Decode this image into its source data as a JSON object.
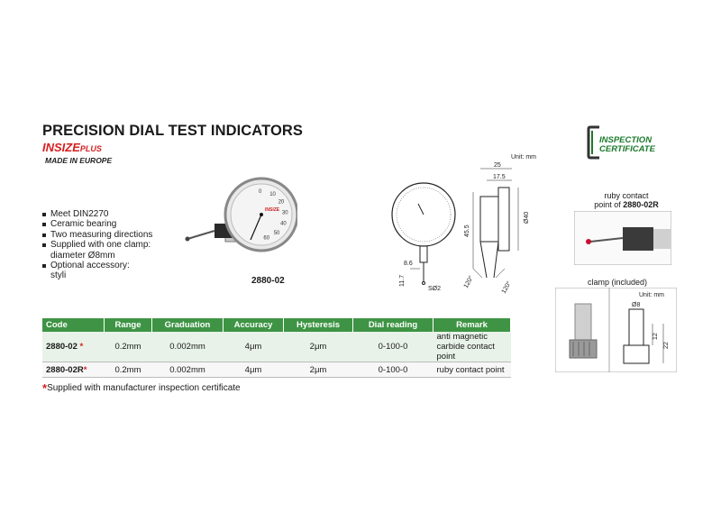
{
  "header": {
    "title": "PRECISION DIAL TEST INDICATORS",
    "brand_main": "INSIZE",
    "brand_plus": "PLUS",
    "brand_sub": "MADE IN EUROPE",
    "cert_line1": "INSPECTION",
    "cert_line2": "CERTIFICATE"
  },
  "features": [
    "Meet DIN2270",
    "Ceramic bearing",
    "Two measuring directions",
    "Supplied with one clamp:",
    "diameter Ø8mm",
    "Optional accessory:",
    "styli"
  ],
  "feature_bullets": [
    true,
    true,
    true,
    true,
    false,
    true,
    false
  ],
  "product": {
    "model_label": "2880-02",
    "dial_brand": "INSIZE",
    "dial_numbers": [
      "0",
      "10",
      "20",
      "30",
      "40",
      "50",
      "60"
    ]
  },
  "drawing": {
    "unit": "Unit: mm",
    "dim_25": "25",
    "dim_17_5": "17.5",
    "dim_40": "Ø40",
    "dim_45_5": "45.5",
    "dim_8_6": "8.6",
    "dim_11_7": "11.7",
    "dim_s2": "SØ2",
    "angle_left": "120°",
    "angle_right": "120°"
  },
  "ruby": {
    "label_line1": "ruby contact",
    "label_line2_prefix": "point of ",
    "label_line2_code": "2880-02R"
  },
  "clamp": {
    "label": "clamp (included)",
    "unit": "Unit: mm",
    "dim_d": "Ø8",
    "dim_12": "12",
    "dim_22": "22"
  },
  "table": {
    "headers": [
      "Code",
      "Range",
      "Graduation",
      "Accuracy",
      "Hysteresis",
      "Dial reading",
      "Remark"
    ],
    "rows": [
      {
        "code": "2880-02",
        "star": "*",
        "range": "0.2mm",
        "graduation": "0.002mm",
        "accuracy": "4μm",
        "hysteresis": "2μm",
        "dial": "0-100-0",
        "remark_1": "anti magnetic",
        "remark_2": "carbide contact point"
      },
      {
        "code": "2880-02R",
        "star": "*",
        "range": "0.2mm",
        "graduation": "0.002mm",
        "accuracy": "4μm",
        "hysteresis": "2μm",
        "dial": "0-100-0",
        "remark_1": "ruby contact point",
        "remark_2": ""
      }
    ]
  },
  "footnote": {
    "star": "*",
    "text": "Supplied with manufacturer inspection certificate"
  },
  "colors": {
    "table_header": "#3e9444",
    "brand_red": "#d42020",
    "cert_green": "#1b7a2a"
  }
}
